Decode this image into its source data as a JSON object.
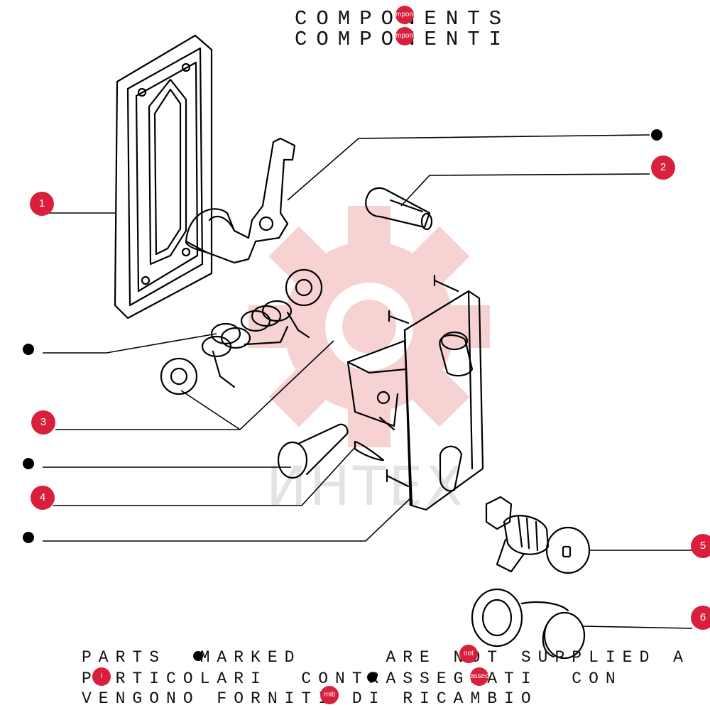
{
  "title": {
    "line1": "COMPONENTS",
    "line2": "COMPONENTI",
    "overlay1": "mponen",
    "overlay2": "mponen"
  },
  "callouts": [
    "1",
    "2",
    "3",
    "4",
    "5",
    "6"
  ],
  "watermark": {
    "text": "ИНТЕХ"
  },
  "notes": {
    "line1": "PARTS  MARKED     ARE NOT SUPPLIED A",
    "line2": "PARTICOLARI  CONTRASSEGNATI  CON",
    "line3": "VENGONO FORNITI DI RICAMBIO",
    "overlay_not": "not",
    "overlay_i": "i",
    "overlay_assec": "assec",
    "overlay_rniti": "rniti"
  },
  "colors": {
    "accent": "#d8203c",
    "ink": "#111111",
    "watermark": "#f6d2d2"
  }
}
